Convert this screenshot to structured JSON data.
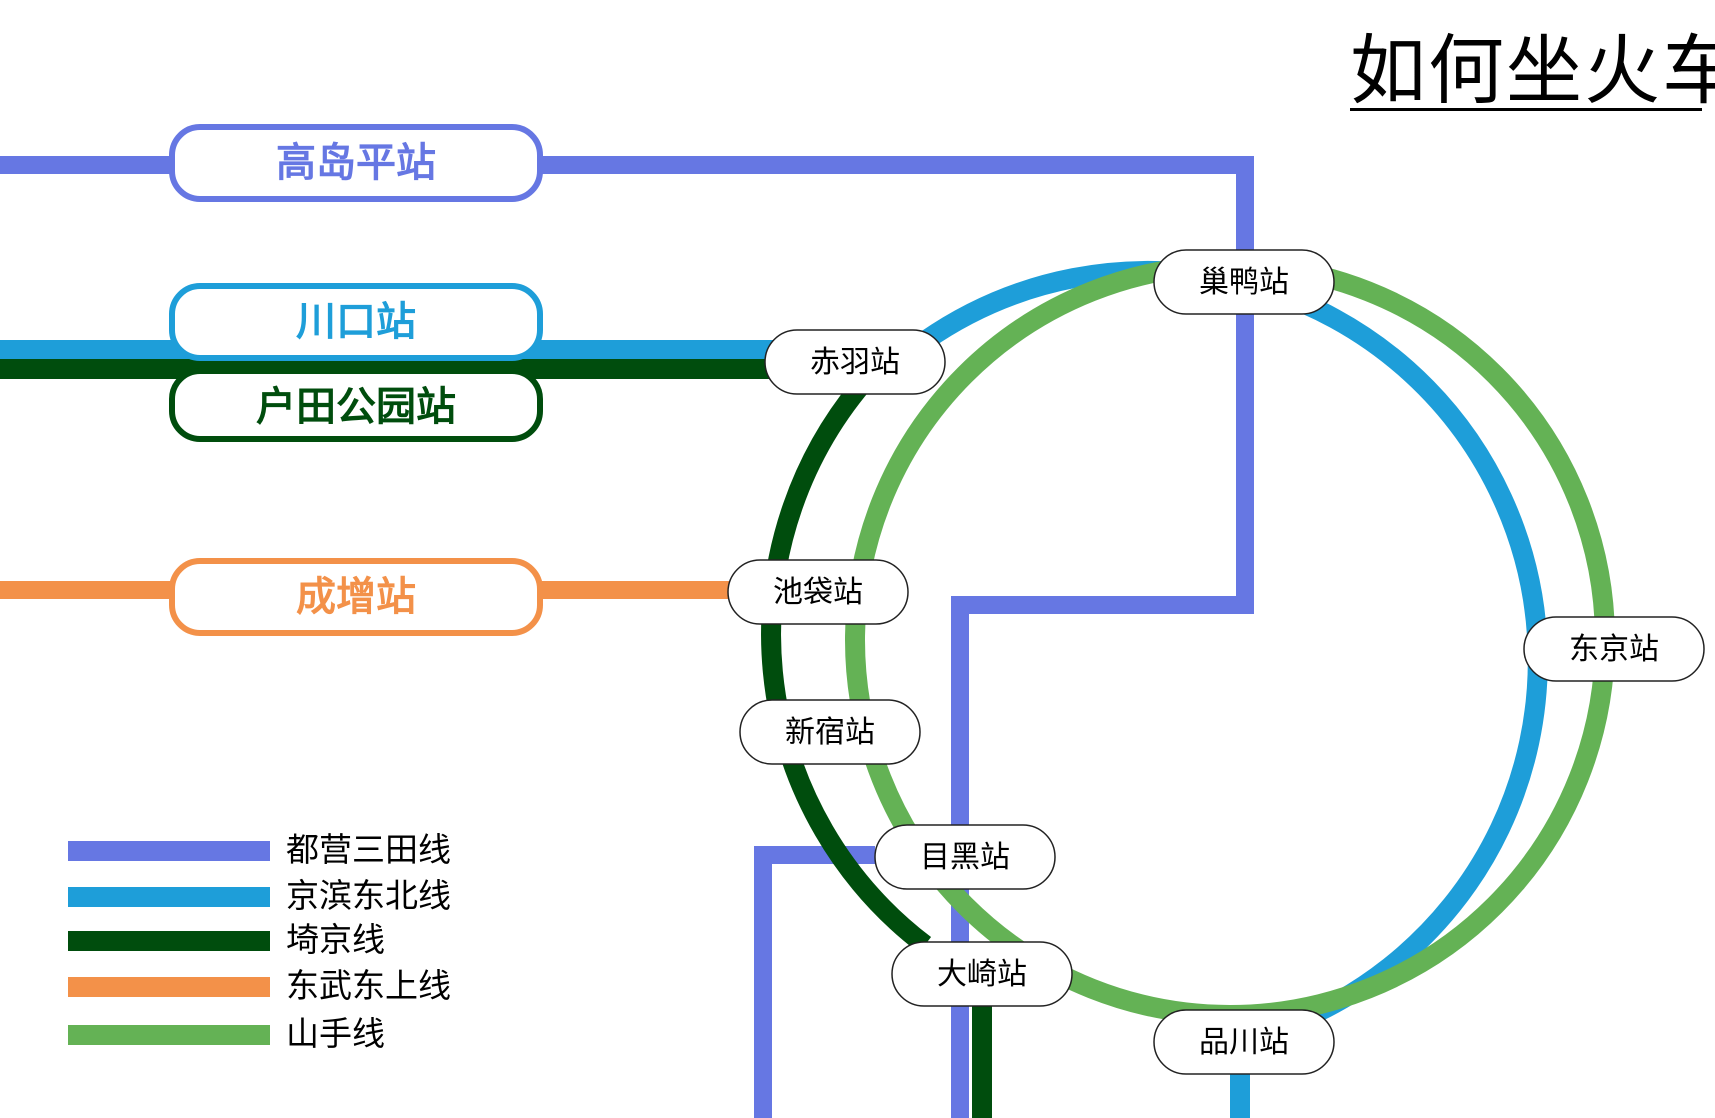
{
  "title": "如何坐火车",
  "colors": {
    "toei_mita": "#6677E3",
    "keihin_tohoku": "#1E9ED9",
    "saikyo": "#004D0D",
    "tobu_tojo": "#F39149",
    "yamanote": "#64B255"
  },
  "terminals": {
    "takashimadaira": "高岛平站",
    "kawaguchi": "川口站",
    "todakoen": "户田公园站",
    "narimasu": "成增站"
  },
  "stations": {
    "sugamo": "巢鸭站",
    "akabane": "赤羽站",
    "ikebukuro": "池袋站",
    "shinjuku": "新宿站",
    "tokyo": "东京站",
    "meguro": "目黑站",
    "osaki": "大崎站",
    "shinagawa": "品川站"
  },
  "legend": [
    {
      "label": "都营三田线",
      "color": "#6677E3"
    },
    {
      "label": "京滨东北线",
      "color": "#1E9ED9"
    },
    {
      "label": "埼京线",
      "color": "#004D0D"
    },
    {
      "label": "东武东上线",
      "color": "#F39149"
    },
    {
      "label": "山手线",
      "color": "#64B255"
    }
  ]
}
